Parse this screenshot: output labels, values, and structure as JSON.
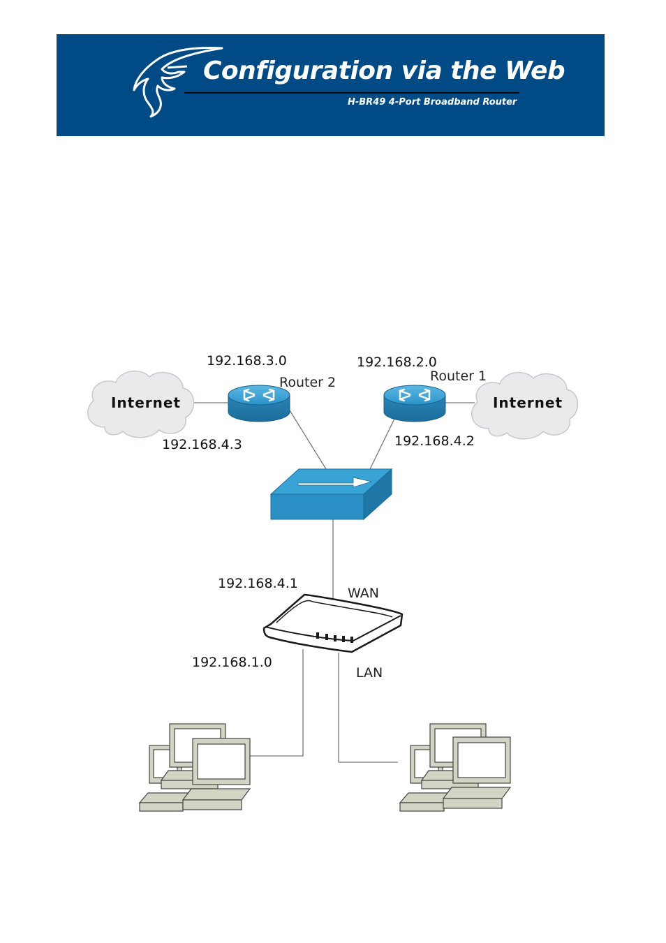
{
  "header": {
    "title": "Configuration via the Web",
    "subtitle": "H-BR49 4-Port Broadband Router",
    "background_color": "#004a86",
    "logo_icon": "eagle-head-logo"
  },
  "diagram": {
    "clouds": [
      {
        "label": "Internet"
      },
      {
        "label": "Internet"
      }
    ],
    "routers": [
      {
        "label": "Router 2",
        "network": "192.168.3.0",
        "ip": "192.168.4.3"
      },
      {
        "label": "Router 1",
        "network": "192.168.2.0",
        "ip": "192.168.4.2"
      }
    ],
    "broadband_router": {
      "wan_ip": "192.168.4.1",
      "wan_label": "WAN",
      "lan_network": "192.168.1.0",
      "lan_label": "LAN"
    },
    "colors": {
      "cloud_fill": "#e9eaec",
      "router_blue": "#2b93c9",
      "switch_blue": "#2a8fc4",
      "computer_fill": "#d2d4c4"
    }
  }
}
